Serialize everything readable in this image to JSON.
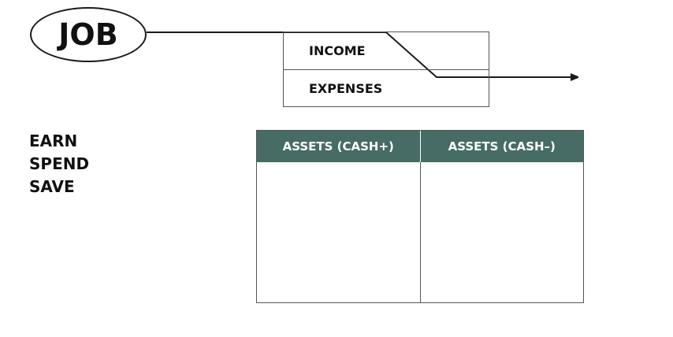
{
  "job": {
    "label": "JOB"
  },
  "income_statement": {
    "income_label": "INCOME",
    "expenses_label": "EXPENSES"
  },
  "verbs": [
    "EARN",
    "SPEND",
    "SAVE"
  ],
  "balance_sheet": {
    "left_header": "ASSETS (CASH+)",
    "right_header": "ASSETS (CASH–)"
  },
  "colors": {
    "header_fill": "#476b65",
    "line": "#1a1a1a"
  }
}
